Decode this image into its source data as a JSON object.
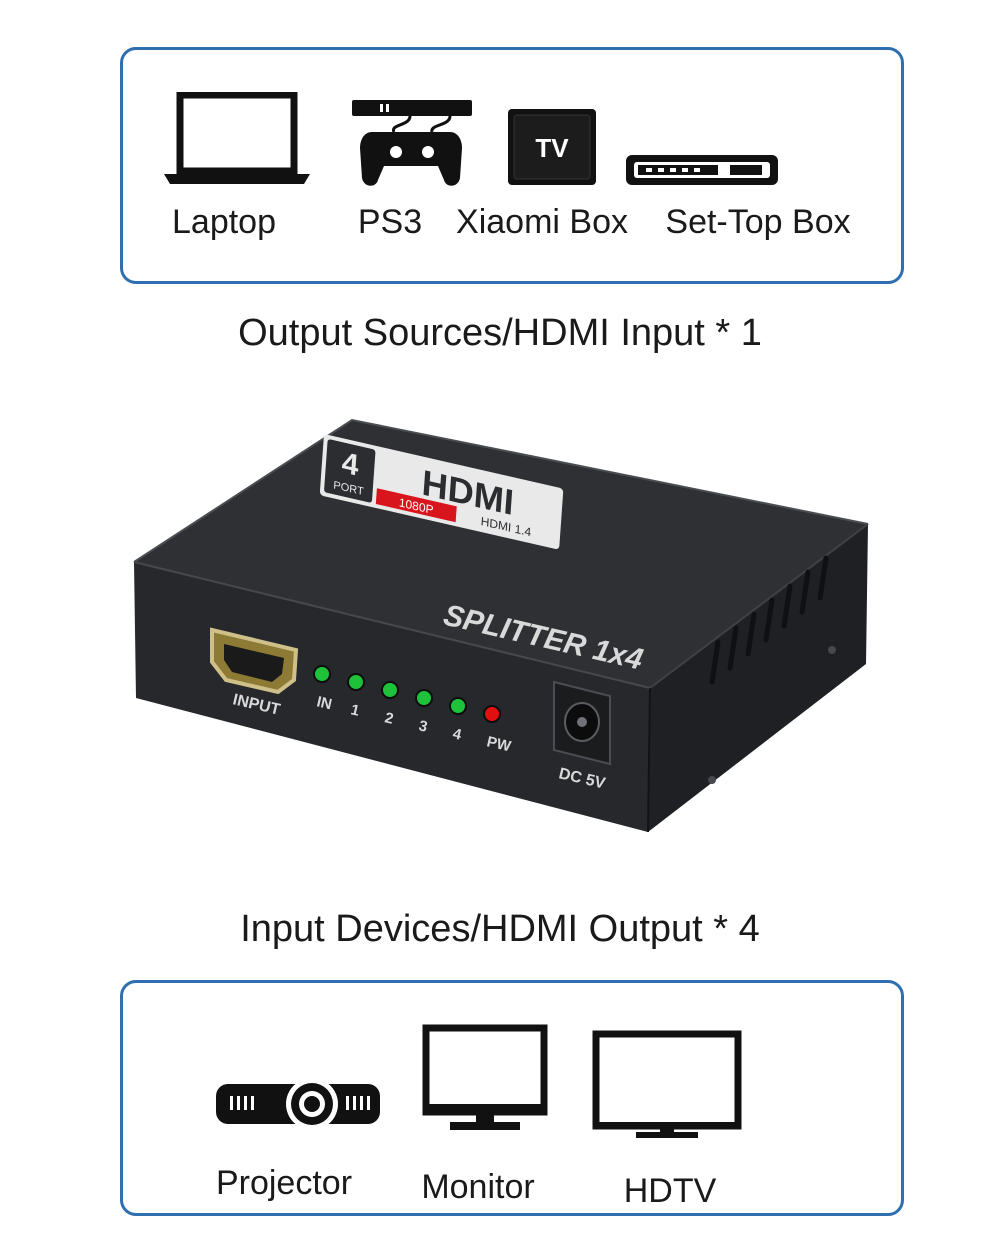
{
  "sources": {
    "items": [
      {
        "label": "Laptop",
        "icon": "laptop-icon"
      },
      {
        "label": "PS3",
        "icon": "ps3-console-icon"
      },
      {
        "label": "Xiaomi Box",
        "icon": "tv-box-icon",
        "icon_text": "TV"
      },
      {
        "label": "Set-Top Box",
        "icon": "set-top-box-icon"
      }
    ],
    "caption": "Output Sources/HDMI Input * 1"
  },
  "device": {
    "logo_port_count": "4",
    "logo_port_word": "PORT",
    "logo_brand": "HDMI",
    "logo_spec_1": "1080P",
    "logo_spec_2": "HDMI 1.4",
    "model_text": "SPLITTER 1x4",
    "input_label": "INPUT",
    "leds": [
      {
        "label": "IN",
        "color": "#1ec23a"
      },
      {
        "label": "1",
        "color": "#1ec23a"
      },
      {
        "label": "2",
        "color": "#1ec23a"
      },
      {
        "label": "3",
        "color": "#1ec23a"
      },
      {
        "label": "4",
        "color": "#1ec23a"
      },
      {
        "label": "PW",
        "color": "#e01010"
      }
    ],
    "power_label": "DC 5V"
  },
  "outputs": {
    "caption": "Input Devices/HDMI Output * 4",
    "items": [
      {
        "label": "Projector",
        "icon": "projector-icon"
      },
      {
        "label": "Monitor",
        "icon": "monitor-icon"
      },
      {
        "label": "HDTV",
        "icon": "hdtv-icon"
      }
    ]
  },
  "colors": {
    "panel_border": "#2f6fb0",
    "device_body": "#2b2d30",
    "hdmi_red": "#d8141c"
  }
}
